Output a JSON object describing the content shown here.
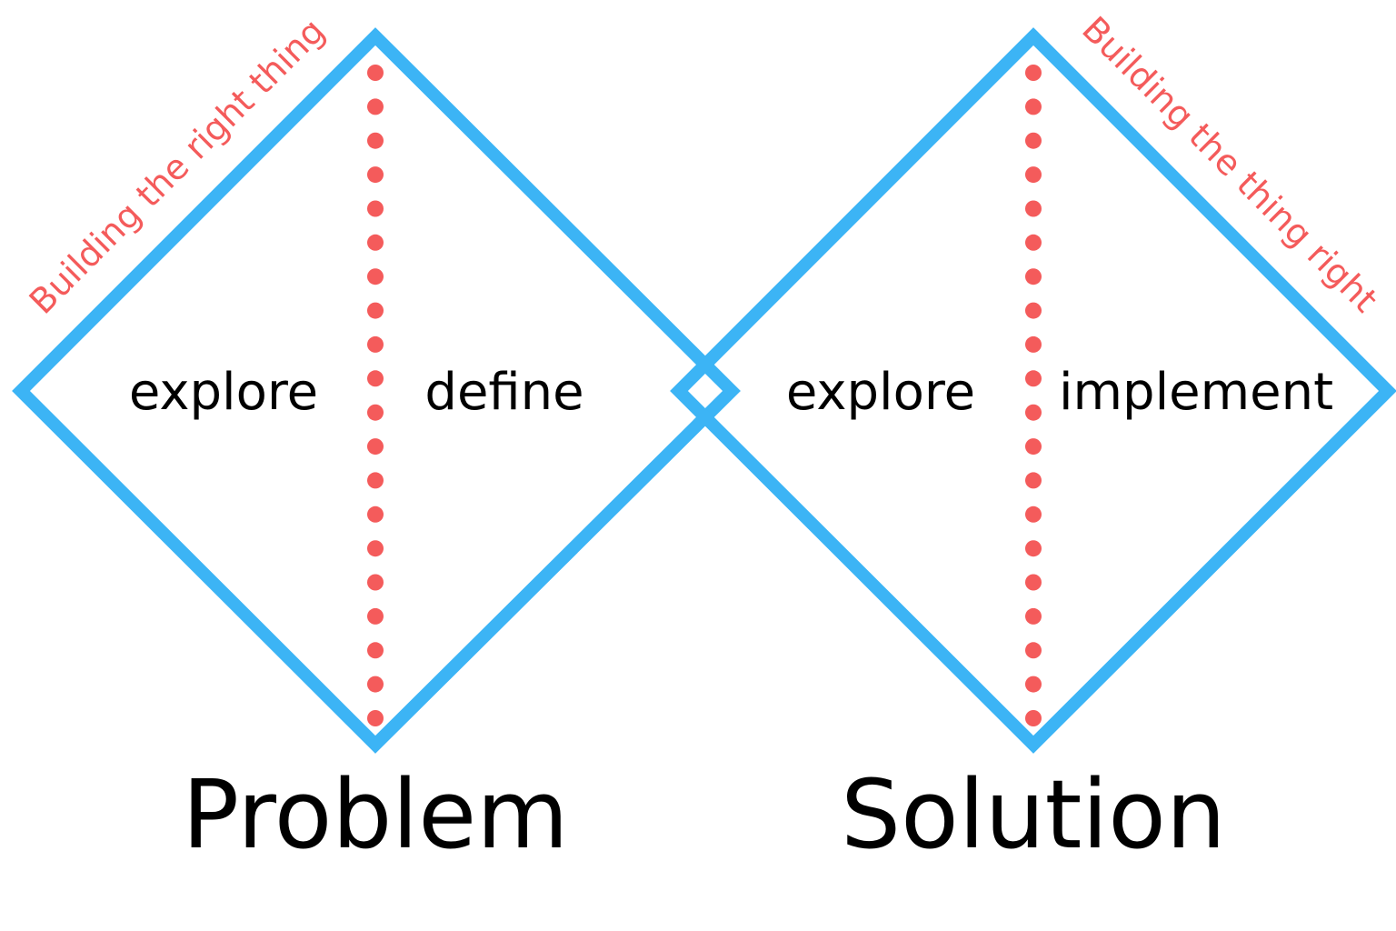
{
  "colors": {
    "diamond_stroke": "#3cb4f5",
    "divider_dots": "#f45b5b",
    "side_note": "#f45b5b",
    "text": "#000000",
    "background": "#ffffff"
  },
  "diamonds": [
    {
      "title": "Problem",
      "side_note": "Building the right thing",
      "left_phase": "explore",
      "right_phase": "define"
    },
    {
      "title": "Solution",
      "side_note": "Building the thing right",
      "left_phase": "explore",
      "right_phase": "implement"
    }
  ]
}
